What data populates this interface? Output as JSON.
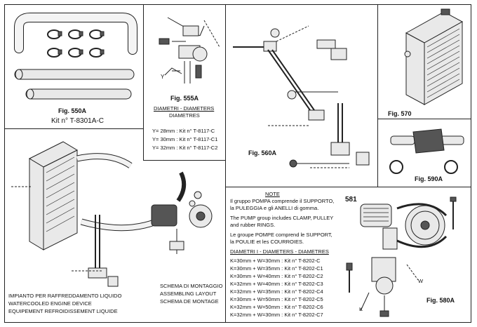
{
  "fig550a": {
    "label": "Fig. 550A",
    "kit": "Kit n° T-8301A-C"
  },
  "fig555a": {
    "label": "Fig. 555A",
    "diam_title": "DIAMETRI - DIAMETERS",
    "diam_subtitle": "DIAMETRES",
    "items": [
      "Y= 28mm : Kit n° T-8117-C",
      "Y= 30mm : Kit n° T-8117-C1",
      "Y= 32mm : Kit n° T-8117-C2"
    ],
    "y_marker": "Y"
  },
  "fig560a": {
    "label": "Fig. 560A"
  },
  "fig570": {
    "label": "Fig. 570"
  },
  "fig590a": {
    "label": "Fig. 590A"
  },
  "fig580a": {
    "label": "Fig. 580A",
    "part_ref": "581",
    "w_marker": "W",
    "k_marker": "K"
  },
  "note": {
    "title": "NOTE",
    "lines": [
      "Il gruppo POMPA comprende il SUPPORTO,",
      "la PULEGGIA e gli ANELLI di gomma.",
      "The PUMP group includes CLAMP, PULLEY",
      "and rubber RINGS.",
      "Le groupe POMPE comprend le SUPPORT,",
      "la POULIE et les COURROIES."
    ],
    "diam_title": "DIAMETRI I - DIAMETERS - DIAMETRES",
    "kits": [
      "K=30mm + W=30mm : Kit n° T-8202-C",
      "K=30mm + W=35mm : Kit n° T-8202-C1",
      "K=30mm + W=40mm : Kit n° T-8202-C2",
      "K=32mm + W=40mm : Kit n° T-8202-C3",
      "K=32mm + W=35mm : Kit n° T-8202-C4",
      "K=30mm + W=50mm : Kit n° T-8202-C5",
      "K=32mm + W=50mm : Kit n° T-8202-C6",
      "K=32mm + W=30mm : Kit n° T-8202-C7"
    ]
  },
  "main_caption": {
    "lines": [
      "IMPIANTO PER RAFFREDDAMENTO LIQUIDO",
      "WATERCOOLED ENGINE DEVICE",
      "EQUIPEMENT REFROIDISSEMENT LIQUIDE"
    ]
  },
  "layout_caption": {
    "lines": [
      "SCHEMA DI MONTAGGIO",
      "ASSEMBLING LAYOUT",
      "SCHEMA DE MONTAGE"
    ]
  }
}
